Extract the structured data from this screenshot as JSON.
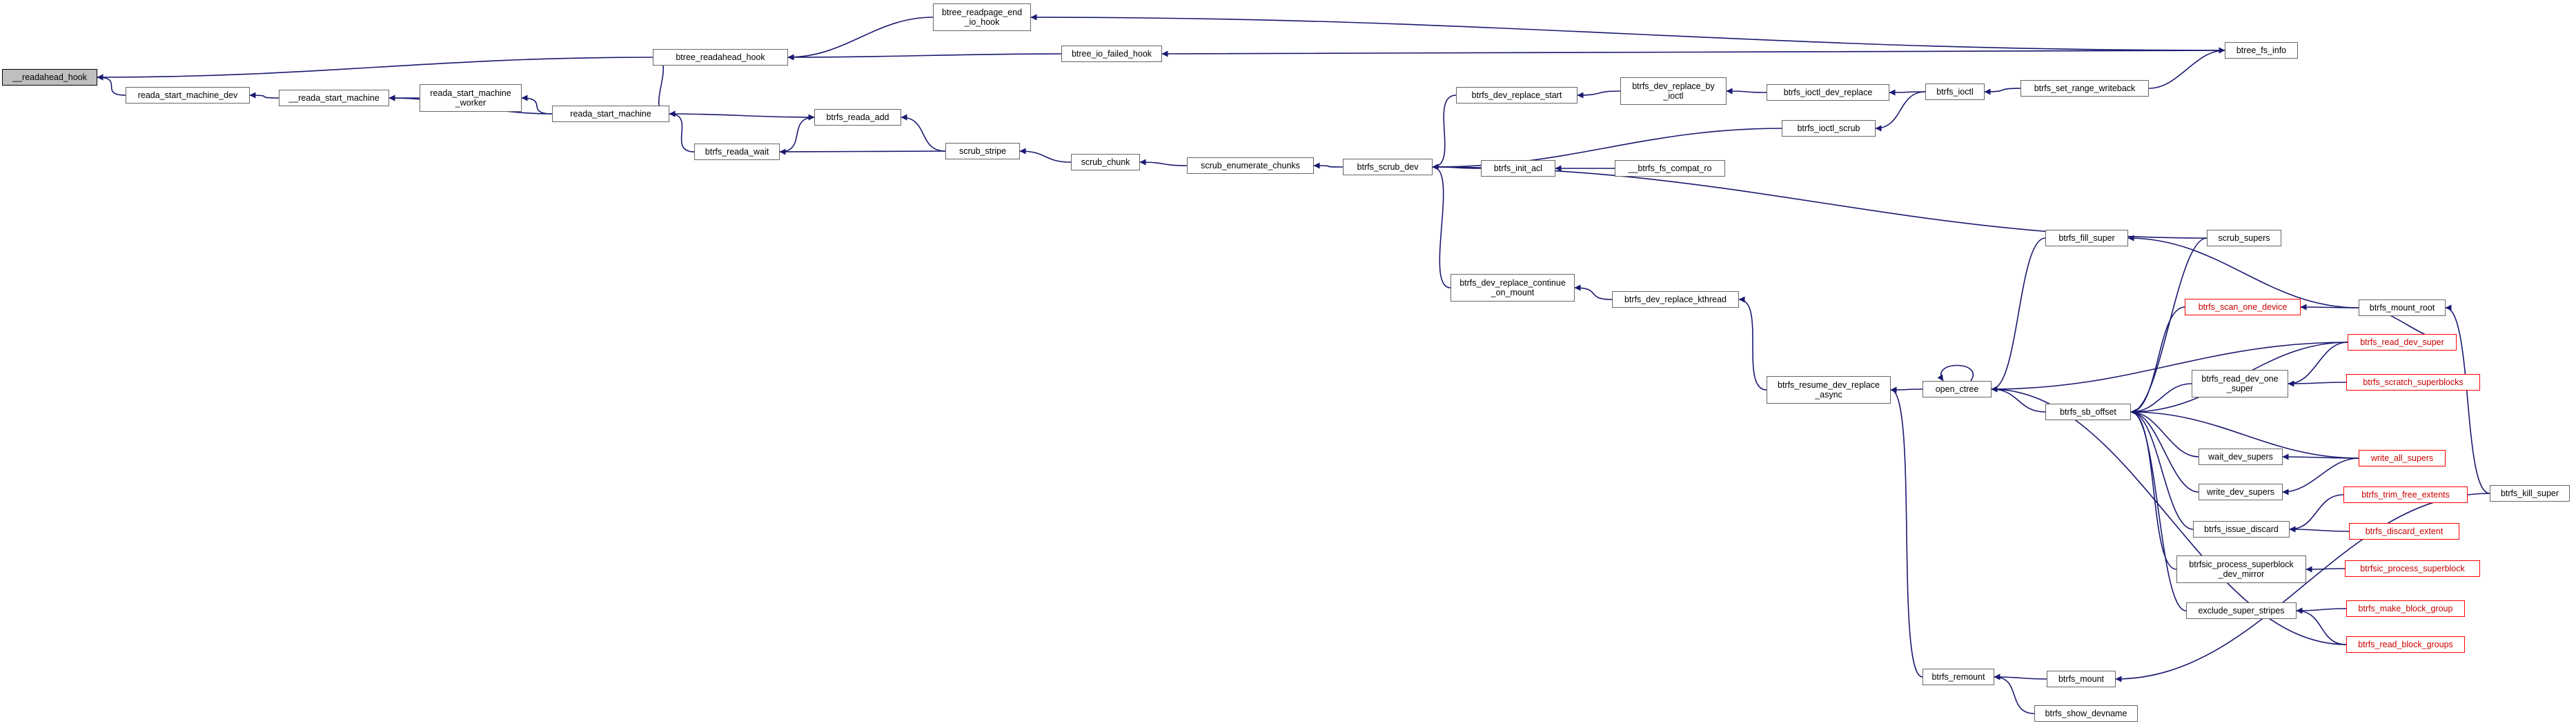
{
  "nodes": [
    {
      "id": "n_readahead_hook",
      "label": "__readahead_hook",
      "style": "root"
    },
    {
      "id": "n_reada_start_machine_dev",
      "label": "reada_start_machine_dev"
    },
    {
      "id": "n__reada_start_machine",
      "label": "__reada_start_machine"
    },
    {
      "id": "n_reada_start_machine_worker",
      "label": "reada_start_machine\n_worker"
    },
    {
      "id": "n_reada_start_machine",
      "label": "reada_start_machine"
    },
    {
      "id": "n_btree_readahead_hook",
      "label": "btree_readahead_hook"
    },
    {
      "id": "n_btree_readpage_end_io_hook",
      "label": "btree_readpage_end\n_io_hook"
    },
    {
      "id": "n_btree_io_failed_hook",
      "label": "btree_io_failed_hook"
    },
    {
      "id": "n_btree_fs_info",
      "label": "btree_fs_info"
    },
    {
      "id": "n_btrfs_reada_add",
      "label": "btrfs_reada_add"
    },
    {
      "id": "n_btrfs_reada_wait",
      "label": "btrfs_reada_wait"
    },
    {
      "id": "n_scrub_stripe",
      "label": "scrub_stripe"
    },
    {
      "id": "n_scrub_chunk",
      "label": "scrub_chunk"
    },
    {
      "id": "n_scrub_enumerate_chunks",
      "label": "scrub_enumerate_chunks"
    },
    {
      "id": "n_btrfs_scrub_dev",
      "label": "btrfs_scrub_dev"
    },
    {
      "id": "n_btrfs_dev_replace_start",
      "label": "btrfs_dev_replace_start"
    },
    {
      "id": "n_btrfs_dev_replace_by_ioctl",
      "label": "btrfs_dev_replace_by\n_ioctl"
    },
    {
      "id": "n_btrfs_ioctl_dev_replace",
      "label": "btrfs_ioctl_dev_replace"
    },
    {
      "id": "n_btrfs_ioctl",
      "label": "btrfs_ioctl"
    },
    {
      "id": "n_btrfs_set_range_writeback",
      "label": "btrfs_set_range_writeback"
    },
    {
      "id": "n_btrfs_ioctl_scrub",
      "label": "btrfs_ioctl_scrub"
    },
    {
      "id": "n_btrfs_init_acl",
      "label": "btrfs_init_acl"
    },
    {
      "id": "n__btrfs_fs_compat_ro",
      "label": "__btrfs_fs_compat_ro"
    },
    {
      "id": "n_btrfs_dev_replace_continue_on_mount",
      "label": "btrfs_dev_replace_continue\n_on_mount"
    },
    {
      "id": "n_btrfs_dev_replace_kthread",
      "label": "btrfs_dev_replace_kthread"
    },
    {
      "id": "n_btrfs_resume_dev_replace_async",
      "label": "btrfs_resume_dev_replace\n_async"
    },
    {
      "id": "n_open_ctree",
      "label": "open_ctree"
    },
    {
      "id": "n_btrfs_fill_super",
      "label": "btrfs_fill_super"
    },
    {
      "id": "n_scrub_supers",
      "label": "scrub_supers"
    },
    {
      "id": "n_btrfs_mount_root",
      "label": "btrfs_mount_root"
    },
    {
      "id": "n_btrfs_scan_one_device",
      "label": "btrfs_scan_one_device",
      "style": "red"
    },
    {
      "id": "n_btrfs_read_dev_super",
      "label": "btrfs_read_dev_super",
      "style": "red"
    },
    {
      "id": "n_btrfs_sb_offset",
      "label": "btrfs_sb_offset"
    },
    {
      "id": "n_btrfs_read_dev_one_super",
      "label": "btrfs_read_dev_one\n_super"
    },
    {
      "id": "n_btrfs_scratch_superblocks",
      "label": "btrfs_scratch_superblocks",
      "style": "red"
    },
    {
      "id": "n_wait_dev_supers",
      "label": "wait_dev_supers"
    },
    {
      "id": "n_write_all_supers",
      "label": "write_all_supers",
      "style": "red"
    },
    {
      "id": "n_write_dev_supers",
      "label": "write_dev_supers"
    },
    {
      "id": "n_btrfs_issue_discard",
      "label": "btrfs_issue_discard"
    },
    {
      "id": "n_btrfs_trim_free_extents",
      "label": "btrfs_trim_free_extents",
      "style": "red"
    },
    {
      "id": "n_btrfs_discard_extent",
      "label": "btrfs_discard_extent",
      "style": "red"
    },
    {
      "id": "n_btrfsic_process_superblock_dev_mirror",
      "label": "btrfsic_process_superblock\n_dev_mirror"
    },
    {
      "id": "n_btrfsic_process_superblock",
      "label": "btrfsic_process_superblock",
      "style": "red"
    },
    {
      "id": "n_exclude_super_stripes",
      "label": "exclude_super_stripes"
    },
    {
      "id": "n_btrfs_make_block_group",
      "label": "btrfs_make_block_group",
      "style": "red"
    },
    {
      "id": "n_btrfs_read_block_groups",
      "label": "btrfs_read_block_groups",
      "style": "red"
    },
    {
      "id": "n_btrfs_kill_super",
      "label": "btrfs_kill_super"
    },
    {
      "id": "n_btrfs_remount",
      "label": "btrfs_remount"
    },
    {
      "id": "n_btrfs_mount",
      "label": "btrfs_mount"
    },
    {
      "id": "n_btrfs_show_devname",
      "label": "btrfs_show_devname"
    }
  ],
  "edges": [
    [
      "n_reada_start_machine_dev",
      "n_readahead_hook"
    ],
    [
      "n_btree_readahead_hook",
      "n_readahead_hook"
    ],
    [
      "n__reada_start_machine",
      "n_reada_start_machine_dev"
    ],
    [
      "n_reada_start_machine_worker",
      "n__reada_start_machine"
    ],
    [
      "n_reada_start_machine",
      "n__reada_start_machine"
    ],
    [
      "n_reada_start_machine",
      "n_reada_start_machine_worker"
    ],
    [
      "n_reada_start_machine",
      "n_btree_readahead_hook"
    ],
    [
      "n_btree_readpage_end_io_hook",
      "n_btree_readahead_hook"
    ],
    [
      "n_btree_io_failed_hook",
      "n_btree_readahead_hook"
    ],
    [
      "n_btree_fs_info",
      "n_btree_readpage_end_io_hook"
    ],
    [
      "n_btree_fs_info",
      "n_btree_io_failed_hook"
    ],
    [
      "n_btrfs_set_range_writeback",
      "n_btree_fs_info"
    ],
    [
      "n_btrfs_reada_add",
      "n_reada_start_machine"
    ],
    [
      "n_btrfs_reada_wait",
      "n_reada_start_machine"
    ],
    [
      "n_btrfs_reada_wait",
      "n_btrfs_reada_add"
    ],
    [
      "n_scrub_stripe",
      "n_btrfs_reada_add"
    ],
    [
      "n_scrub_stripe",
      "n_btrfs_reada_wait"
    ],
    [
      "n_scrub_chunk",
      "n_scrub_stripe"
    ],
    [
      "n_scrub_enumerate_chunks",
      "n_scrub_chunk"
    ],
    [
      "n_btrfs_scrub_dev",
      "n_scrub_enumerate_chunks"
    ],
    [
      "n_btrfs_dev_replace_start",
      "n_btrfs_scrub_dev"
    ],
    [
      "n_btrfs_ioctl_scrub",
      "n_btrfs_scrub_dev"
    ],
    [
      "n_btrfs_init_acl",
      "n_btrfs_scrub_dev"
    ],
    [
      "n_scrub_supers",
      "n_btrfs_scrub_dev"
    ],
    [
      "n_btrfs_dev_replace_continue_on_mount",
      "n_btrfs_scrub_dev"
    ],
    [
      "n_btrfs_dev_replace_by_ioctl",
      "n_btrfs_dev_replace_start"
    ],
    [
      "n_btrfs_ioctl_dev_replace",
      "n_btrfs_dev_replace_by_ioctl"
    ],
    [
      "n_btrfs_ioctl",
      "n_btrfs_ioctl_dev_replace"
    ],
    [
      "n_btrfs_ioctl",
      "n_btrfs_ioctl_scrub"
    ],
    [
      "n_btrfs_set_range_writeback",
      "n_btrfs_ioctl"
    ],
    [
      "n__btrfs_fs_compat_ro",
      "n_btrfs_init_acl"
    ],
    [
      "n_btrfs_dev_replace_kthread",
      "n_btrfs_dev_replace_continue_on_mount"
    ],
    [
      "n_btrfs_resume_dev_replace_async",
      "n_btrfs_dev_replace_kthread"
    ],
    [
      "n_open_ctree",
      "n_btrfs_resume_dev_replace_async"
    ],
    [
      "n_btrfs_remount",
      "n_btrfs_resume_dev_replace_async"
    ],
    [
      "n_open_ctree",
      "n_open_ctree"
    ],
    [
      "n_btrfs_fill_super",
      "n_open_ctree"
    ],
    [
      "n_btrfs_read_dev_super",
      "n_open_ctree"
    ],
    [
      "n_btrfs_read_block_groups",
      "n_open_ctree"
    ],
    [
      "n_btrfs_sb_offset",
      "n_open_ctree"
    ],
    [
      "n_btrfs_mount_root",
      "n_btrfs_fill_super"
    ],
    [
      "n_scrub_supers",
      "n_btrfs_sb_offset"
    ],
    [
      "n_btrfs_scan_one_device",
      "n_btrfs_sb_offset"
    ],
    [
      "n_btrfs_read_dev_super",
      "n_btrfs_sb_offset"
    ],
    [
      "n_btrfs_read_dev_one_super",
      "n_btrfs_sb_offset"
    ],
    [
      "n_wait_dev_supers",
      "n_btrfs_sb_offset"
    ],
    [
      "n_write_all_supers",
      "n_btrfs_sb_offset"
    ],
    [
      "n_write_dev_supers",
      "n_btrfs_sb_offset"
    ],
    [
      "n_btrfs_issue_discard",
      "n_btrfs_sb_offset"
    ],
    [
      "n_btrfsic_process_superblock_dev_mirror",
      "n_btrfs_sb_offset"
    ],
    [
      "n_exclude_super_stripes",
      "n_btrfs_sb_offset"
    ],
    [
      "n_btrfs_mount_root",
      "n_btrfs_scan_one_device"
    ],
    [
      "n_btrfs_mount_root",
      "n_btrfs_read_dev_super"
    ],
    [
      "n_btrfs_read_dev_super",
      "n_btrfs_read_dev_one_super"
    ],
    [
      "n_btrfs_scratch_superblocks",
      "n_btrfs_read_dev_one_super"
    ],
    [
      "n_write_all_supers",
      "n_wait_dev_supers"
    ],
    [
      "n_write_all_supers",
      "n_write_dev_supers"
    ],
    [
      "n_btrfs_trim_free_extents",
      "n_btrfs_issue_discard"
    ],
    [
      "n_btrfs_discard_extent",
      "n_btrfs_issue_discard"
    ],
    [
      "n_btrfsic_process_superblock",
      "n_btrfsic_process_superblock_dev_mirror"
    ],
    [
      "n_btrfs_make_block_group",
      "n_exclude_super_stripes"
    ],
    [
      "n_btrfs_read_block_groups",
      "n_exclude_super_stripes"
    ],
    [
      "n_btrfs_kill_super",
      "n_btrfs_mount_root"
    ],
    [
      "n_btrfs_mount",
      "n_btrfs_remount"
    ],
    [
      "n_btrfs_show_devname",
      "n_btrfs_remount"
    ],
    [
      "n_btrfs_kill_super",
      "n_btrfs_mount"
    ]
  ]
}
